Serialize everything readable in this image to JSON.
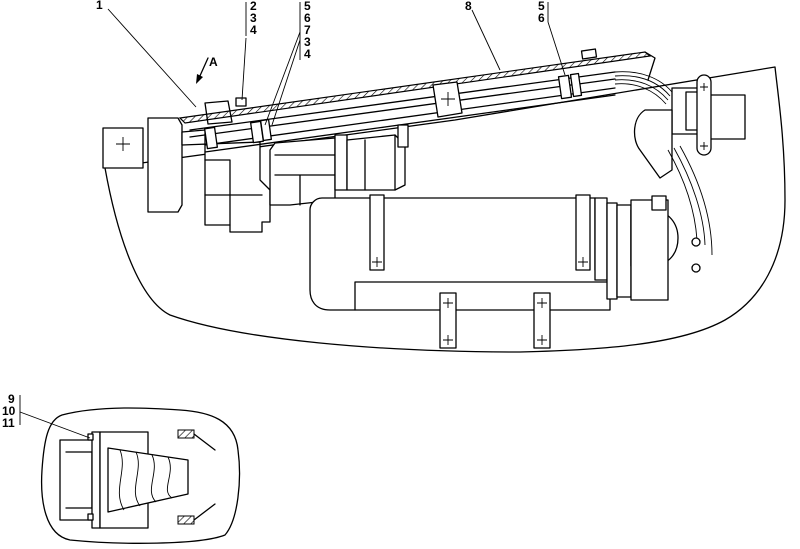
{
  "labels": {
    "l1": "1",
    "l2": "2",
    "l3": "3",
    "l4": "4",
    "l5a": "5",
    "l6a": "6",
    "l7": "7",
    "l3b": "3",
    "l4b": "4",
    "l8": "8",
    "l5b": "5",
    "l6b": "6",
    "lA": "A",
    "l9": "9",
    "l10": "10",
    "l11": "11"
  },
  "colors": {
    "line": "#000000",
    "background": "#ffffff"
  }
}
